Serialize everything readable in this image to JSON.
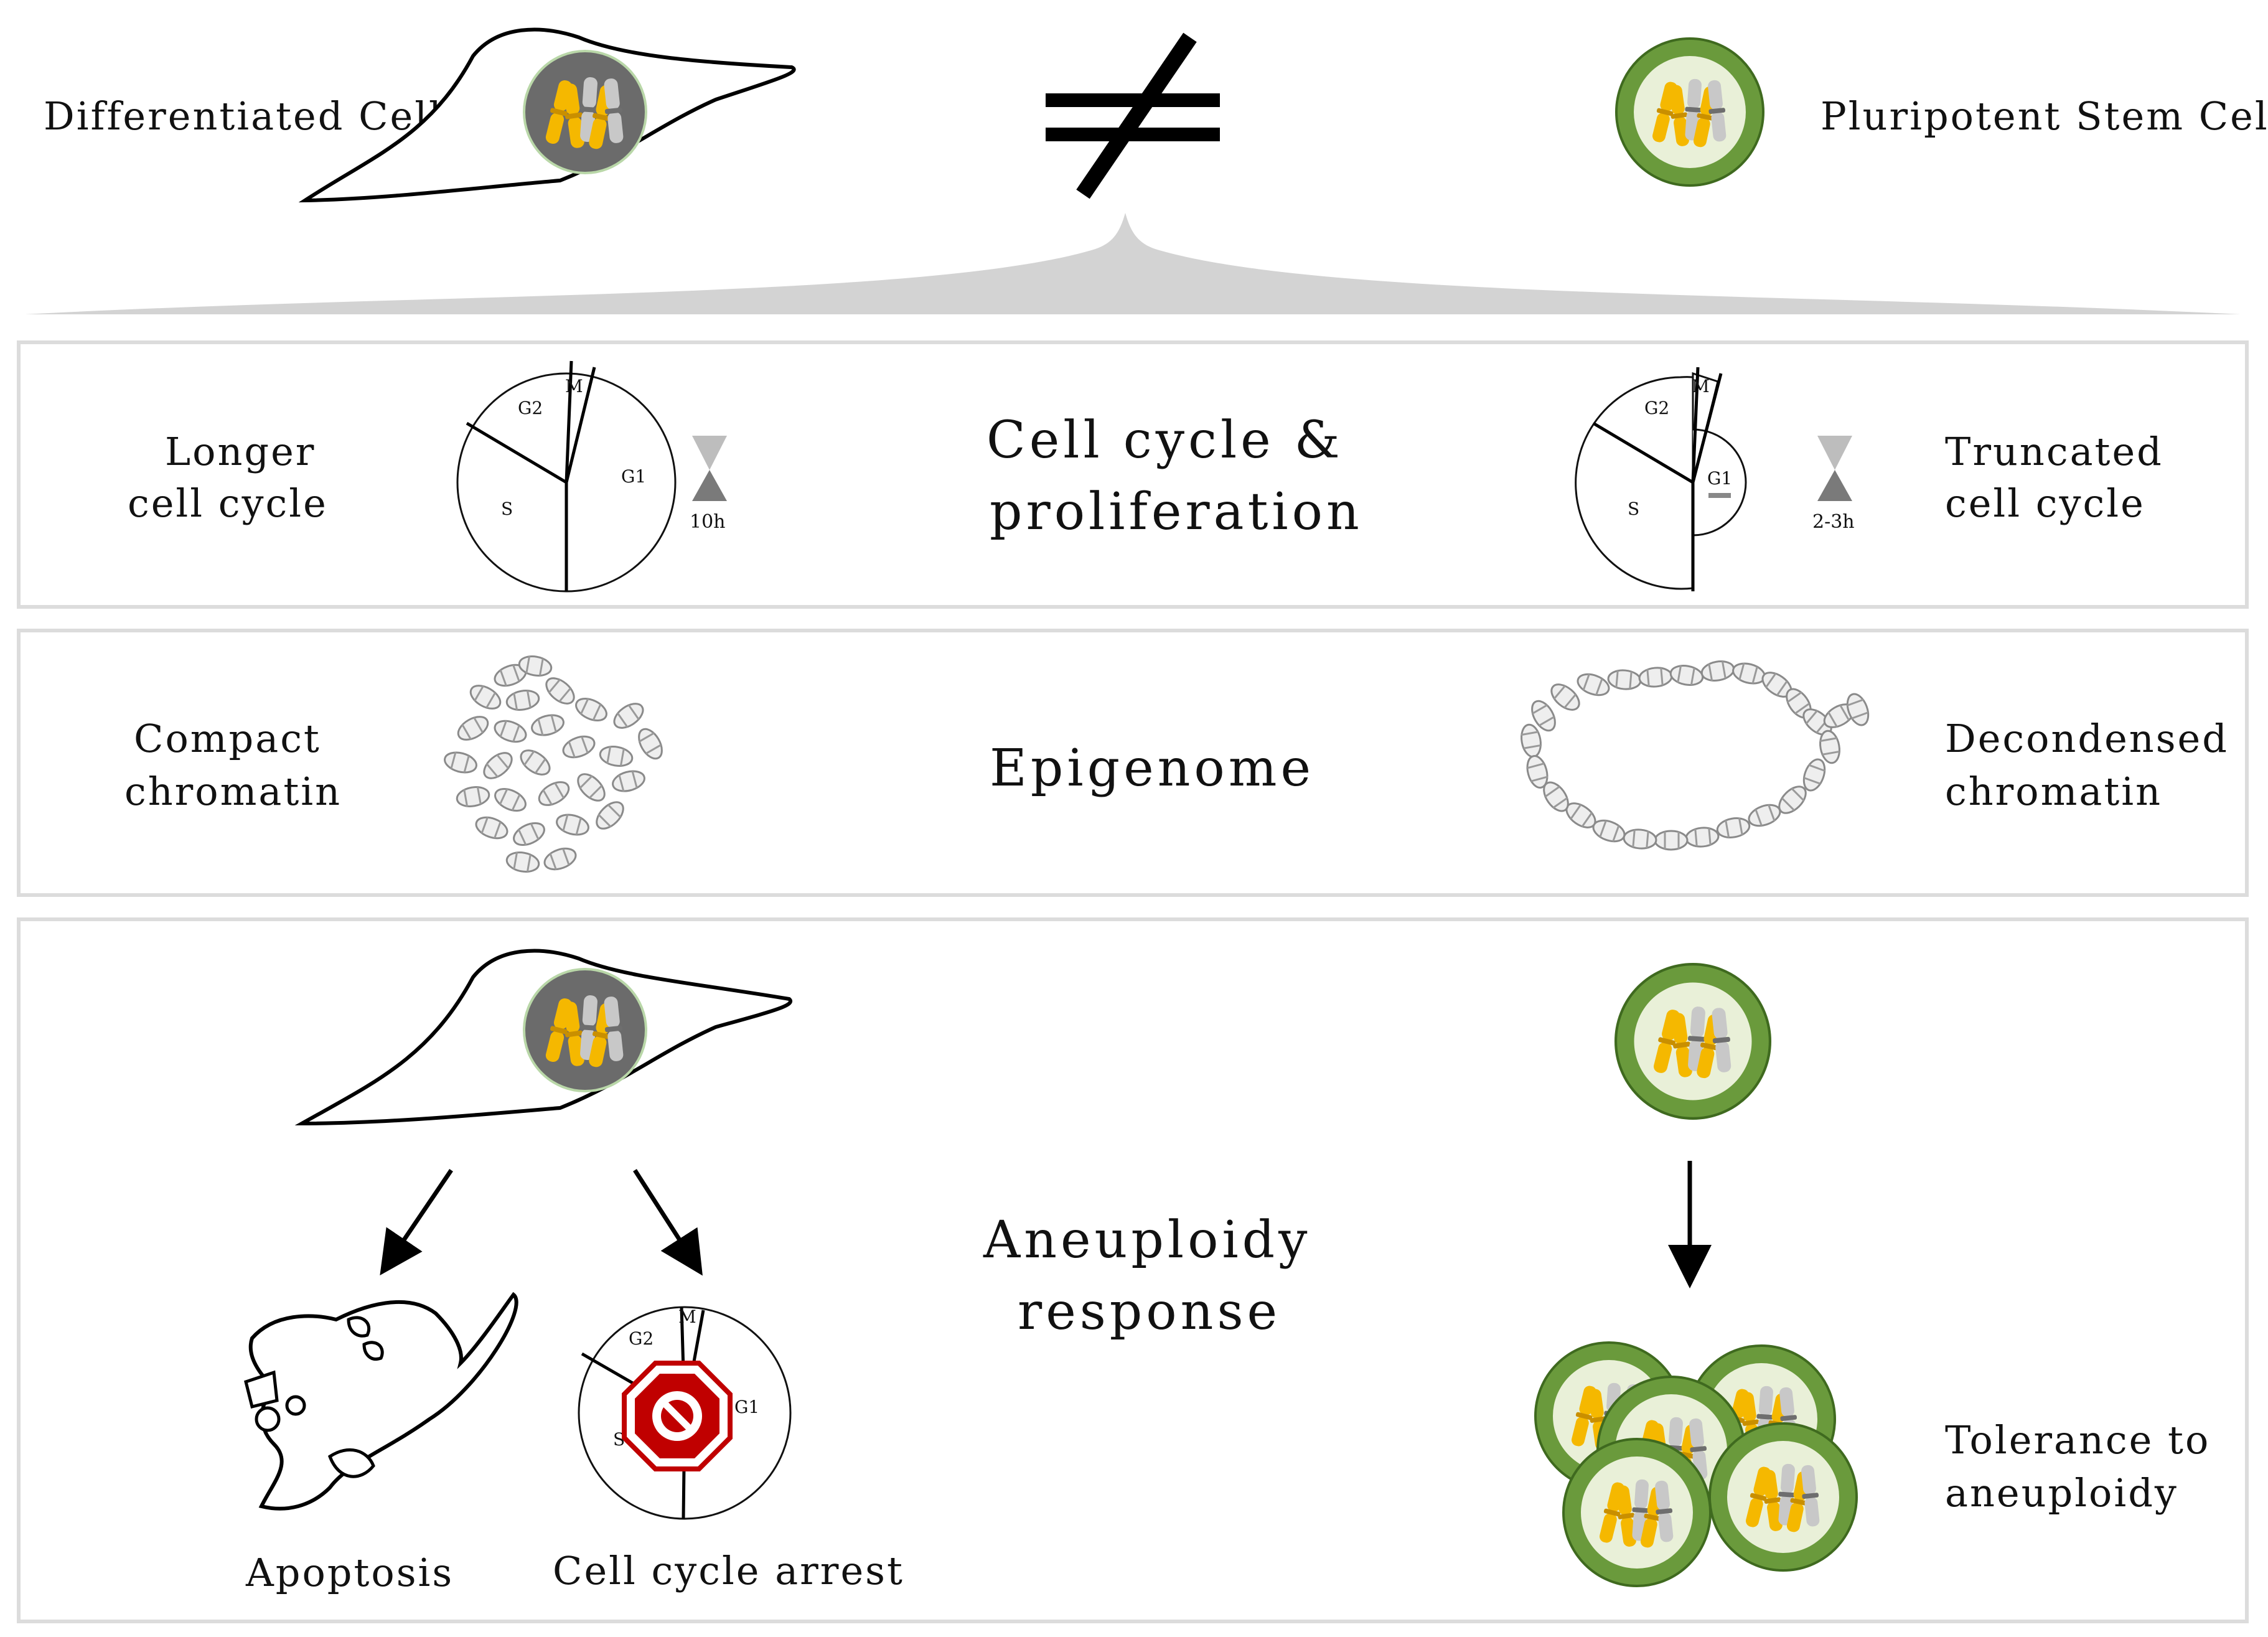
{
  "header": {
    "left_label": "Differentiated Cell",
    "right_label": "Pluripotent Stem Cell",
    "comparison_symbol": "≠"
  },
  "rows": {
    "cell_cycle": {
      "center_line1": "Cell cycle &",
      "center_line2": "proliferation",
      "left_line1": "Longer",
      "left_line2": "cell cycle",
      "right_line1": "Truncated",
      "right_line2": "cell cycle",
      "phases": {
        "g2": "G2",
        "m": "M",
        "g1": "G1",
        "s": "S"
      },
      "left_duration": "10h",
      "right_duration": "2-3h"
    },
    "epigenome": {
      "center": "Epigenome",
      "left_line1": "Compact",
      "left_line2": "chromatin",
      "right_line1": "Decondensed",
      "right_line2": "chromatin"
    },
    "aneuploidy": {
      "center_line1": "Aneuploidy",
      "center_line2": "response",
      "outcome_apoptosis": "Apoptosis",
      "outcome_arrest": "Cell cycle arrest",
      "right_line1": "Tolerance to",
      "right_line2": "aneuploidy"
    }
  },
  "colors": {
    "panel_border": "#dcdcdc",
    "nucleus_gray": "#6b6b6b",
    "stem_green": "#6a9a3c",
    "stem_inner": "#e9f0d8",
    "chromosome_yellow": "#f5b800",
    "chromosome_gray": "#bdbdbd",
    "stop_red": "#c00000",
    "brace_gray": "#d3d3d3"
  }
}
